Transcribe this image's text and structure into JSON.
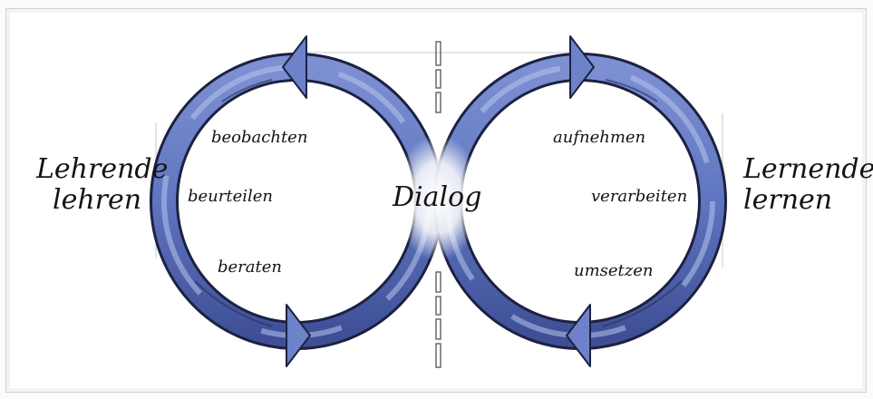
{
  "left_side": {
    "line1": "Lehrende",
    "line2": "lehren"
  },
  "right_side": {
    "line1": "Lernende",
    "line2": "lernen"
  },
  "center_label": "Dialog",
  "left_loop_steps": [
    "beobachten",
    "beurteilen",
    "beraten"
  ],
  "right_loop_steps": [
    "aufnehmen",
    "verarbeiten",
    "umsetzen"
  ],
  "colors": {
    "loop_fill": "#5e74bd",
    "loop_outline": "#1c2142",
    "loop_highlight": "#b7c4ee",
    "text": "#141414"
  }
}
